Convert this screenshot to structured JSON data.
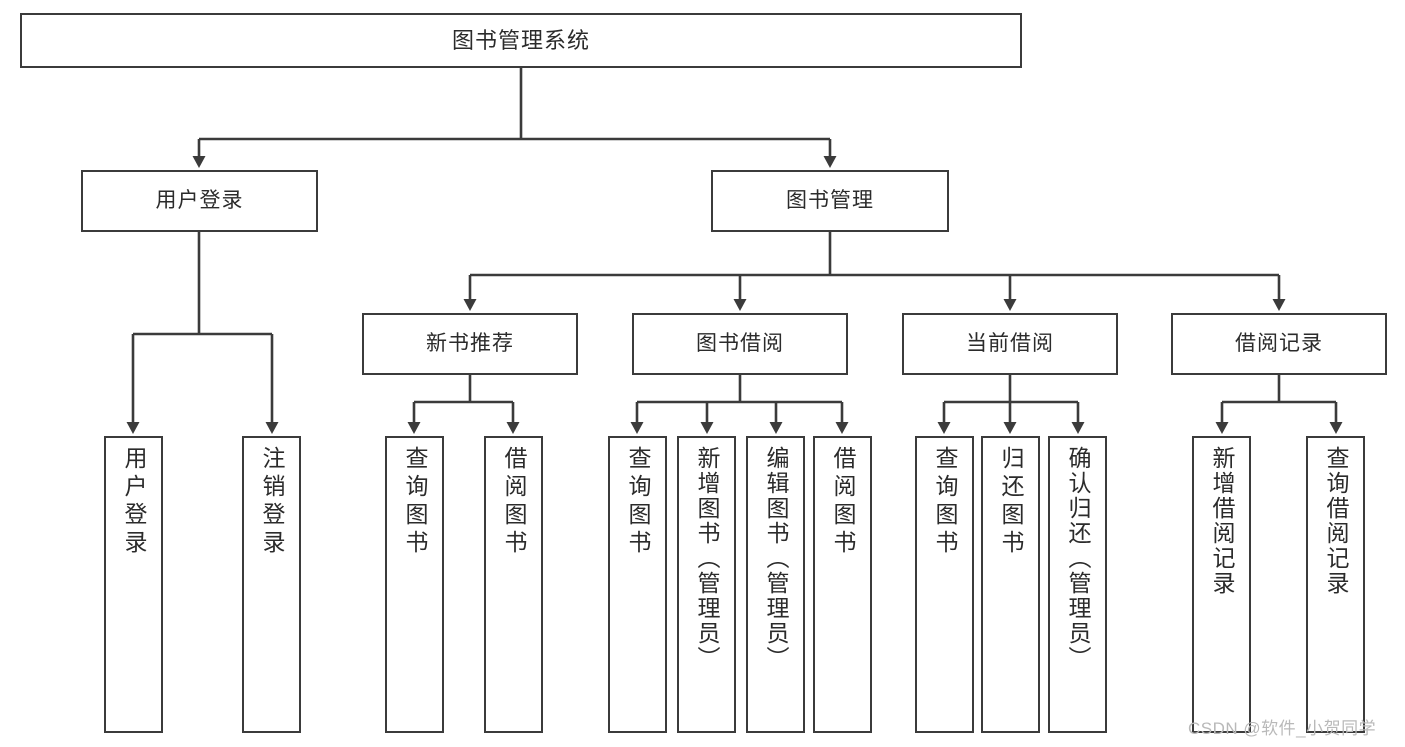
{
  "diagram": {
    "title": "图书管理系统",
    "type": "hierarchy-tree",
    "root": {
      "label": "图书管理系统"
    },
    "level2": [
      {
        "label": "用户登录"
      },
      {
        "label": "图书管理"
      }
    ],
    "level3": [
      {
        "label": "新书推荐"
      },
      {
        "label": "图书借阅"
      },
      {
        "label": "当前借阅"
      },
      {
        "label": "借阅记录"
      }
    ],
    "leaves": {
      "user_login": [
        {
          "label": "用户登录"
        },
        {
          "label": "注销登录"
        }
      ],
      "new_book_recommend": [
        {
          "label": "查询图书"
        },
        {
          "label": "借阅图书"
        }
      ],
      "book_borrow": [
        {
          "label": "查询图书"
        },
        {
          "label": "新增图书（管理员）"
        },
        {
          "label": "编辑图书（管理员）"
        },
        {
          "label": "借阅图书"
        }
      ],
      "current_borrow": [
        {
          "label": "查询图书"
        },
        {
          "label": "归还图书"
        },
        {
          "label": "确认归还（管理员）"
        }
      ],
      "borrow_record": [
        {
          "label": "新增借阅记录"
        },
        {
          "label": "查询借阅记录"
        }
      ]
    }
  },
  "watermark": {
    "text": "CSDN @软件_小贺同学"
  },
  "colors": {
    "stroke": "#3b3b3b",
    "background": "#ffffff",
    "text": "#2b2b2b",
    "watermark": "#b9b9b9"
  }
}
